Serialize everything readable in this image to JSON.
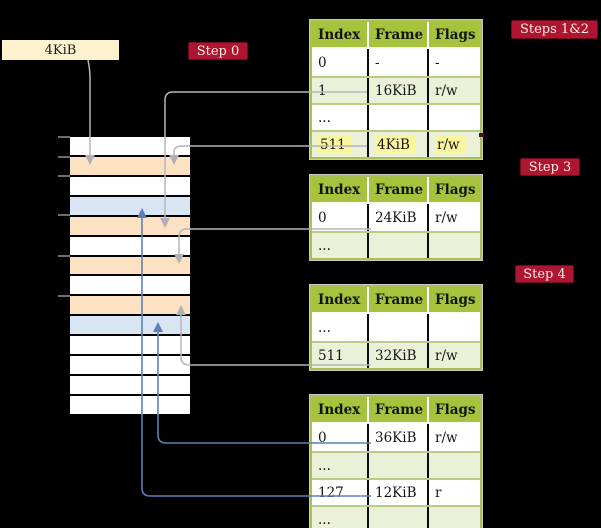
{
  "diagram_title": "page-table-walk-diagram",
  "label_box": {
    "text": "4KiB"
  },
  "badges": [
    {
      "id": "step0",
      "label": "Step 0"
    },
    {
      "id": "steps12",
      "label": "Steps 1&2"
    },
    {
      "id": "step3",
      "label": "Step 3"
    },
    {
      "id": "step4",
      "label": "Step 4"
    }
  ],
  "memory": {
    "rows": [
      {
        "color": "white"
      },
      {
        "color": "orange"
      },
      {
        "color": "white"
      },
      {
        "color": "blue"
      },
      {
        "color": "orange"
      },
      {
        "color": "white"
      },
      {
        "color": "orange"
      },
      {
        "color": "white"
      },
      {
        "color": "orange"
      },
      {
        "color": "blue"
      },
      {
        "color": "white"
      },
      {
        "color": "white"
      },
      {
        "color": "white"
      },
      {
        "color": "white"
      }
    ]
  },
  "tables": [
    {
      "name": "table-at-4kib",
      "header": [
        "Index",
        "Frame",
        "Flags"
      ],
      "rows": [
        {
          "cells": [
            "0",
            "-",
            "-"
          ],
          "striped": false,
          "highlight": false
        },
        {
          "cells": [
            "1",
            "16KiB",
            "r/w"
          ],
          "striped": true,
          "highlight": false
        },
        {
          "cells": [
            "...",
            "",
            ""
          ],
          "striped": false,
          "highlight": false
        },
        {
          "cells": [
            "511",
            "4KiB",
            "r/w"
          ],
          "striped": true,
          "highlight": true
        }
      ]
    },
    {
      "name": "table-at-16kib",
      "header": [
        "Index",
        "Frame",
        "Flags"
      ],
      "rows": [
        {
          "cells": [
            "0",
            "24KiB",
            "r/w"
          ],
          "striped": false,
          "highlight": false
        },
        {
          "cells": [
            "...",
            "",
            ""
          ],
          "striped": true,
          "highlight": false
        }
      ]
    },
    {
      "name": "table-at-24kib",
      "header": [
        "Index",
        "Frame",
        "Flags"
      ],
      "rows": [
        {
          "cells": [
            "...",
            "",
            ""
          ],
          "striped": false,
          "highlight": false
        },
        {
          "cells": [
            "511",
            "32KiB",
            "r/w"
          ],
          "striped": true,
          "highlight": false
        }
      ]
    },
    {
      "name": "table-at-32kib",
      "header": [
        "Index",
        "Frame",
        "Flags"
      ],
      "rows": [
        {
          "cells": [
            "0",
            "36KiB",
            "r/w"
          ],
          "striped": false,
          "highlight": false
        },
        {
          "cells": [
            "...",
            "",
            ""
          ],
          "striped": true,
          "highlight": false
        },
        {
          "cells": [
            "127",
            "12KiB",
            "r"
          ],
          "striped": false,
          "highlight": false
        },
        {
          "cells": [
            "...",
            "",
            ""
          ],
          "striped": true,
          "highlight": false
        }
      ]
    }
  ],
  "palette": {
    "badge_red": "#ad1530",
    "table_header_green": "#a7c23c",
    "table_stripe_green": "#ebf1d9",
    "frame_orange": "#fce2c2",
    "page_blue": "#d8e5f3",
    "highlight_yellow": "#f9f69e",
    "arrow_gray": "#b5b6ba",
    "arrow_blue": "#5d80b4",
    "label_box_cream": "#fdf2cd",
    "background": "#000000"
  }
}
